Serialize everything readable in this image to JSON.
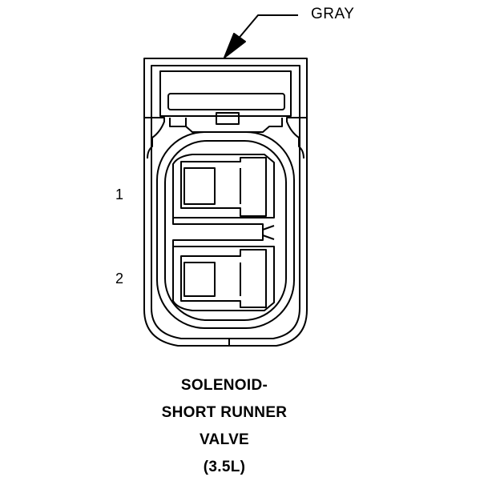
{
  "color_callout": {
    "label": "GRAY"
  },
  "pins": {
    "pin1": "1",
    "pin2": "2"
  },
  "caption": {
    "line1": "SOLENOID-",
    "line2": "SHORT RUNNER",
    "line3": "VALVE",
    "line4": "(3.5L)"
  }
}
